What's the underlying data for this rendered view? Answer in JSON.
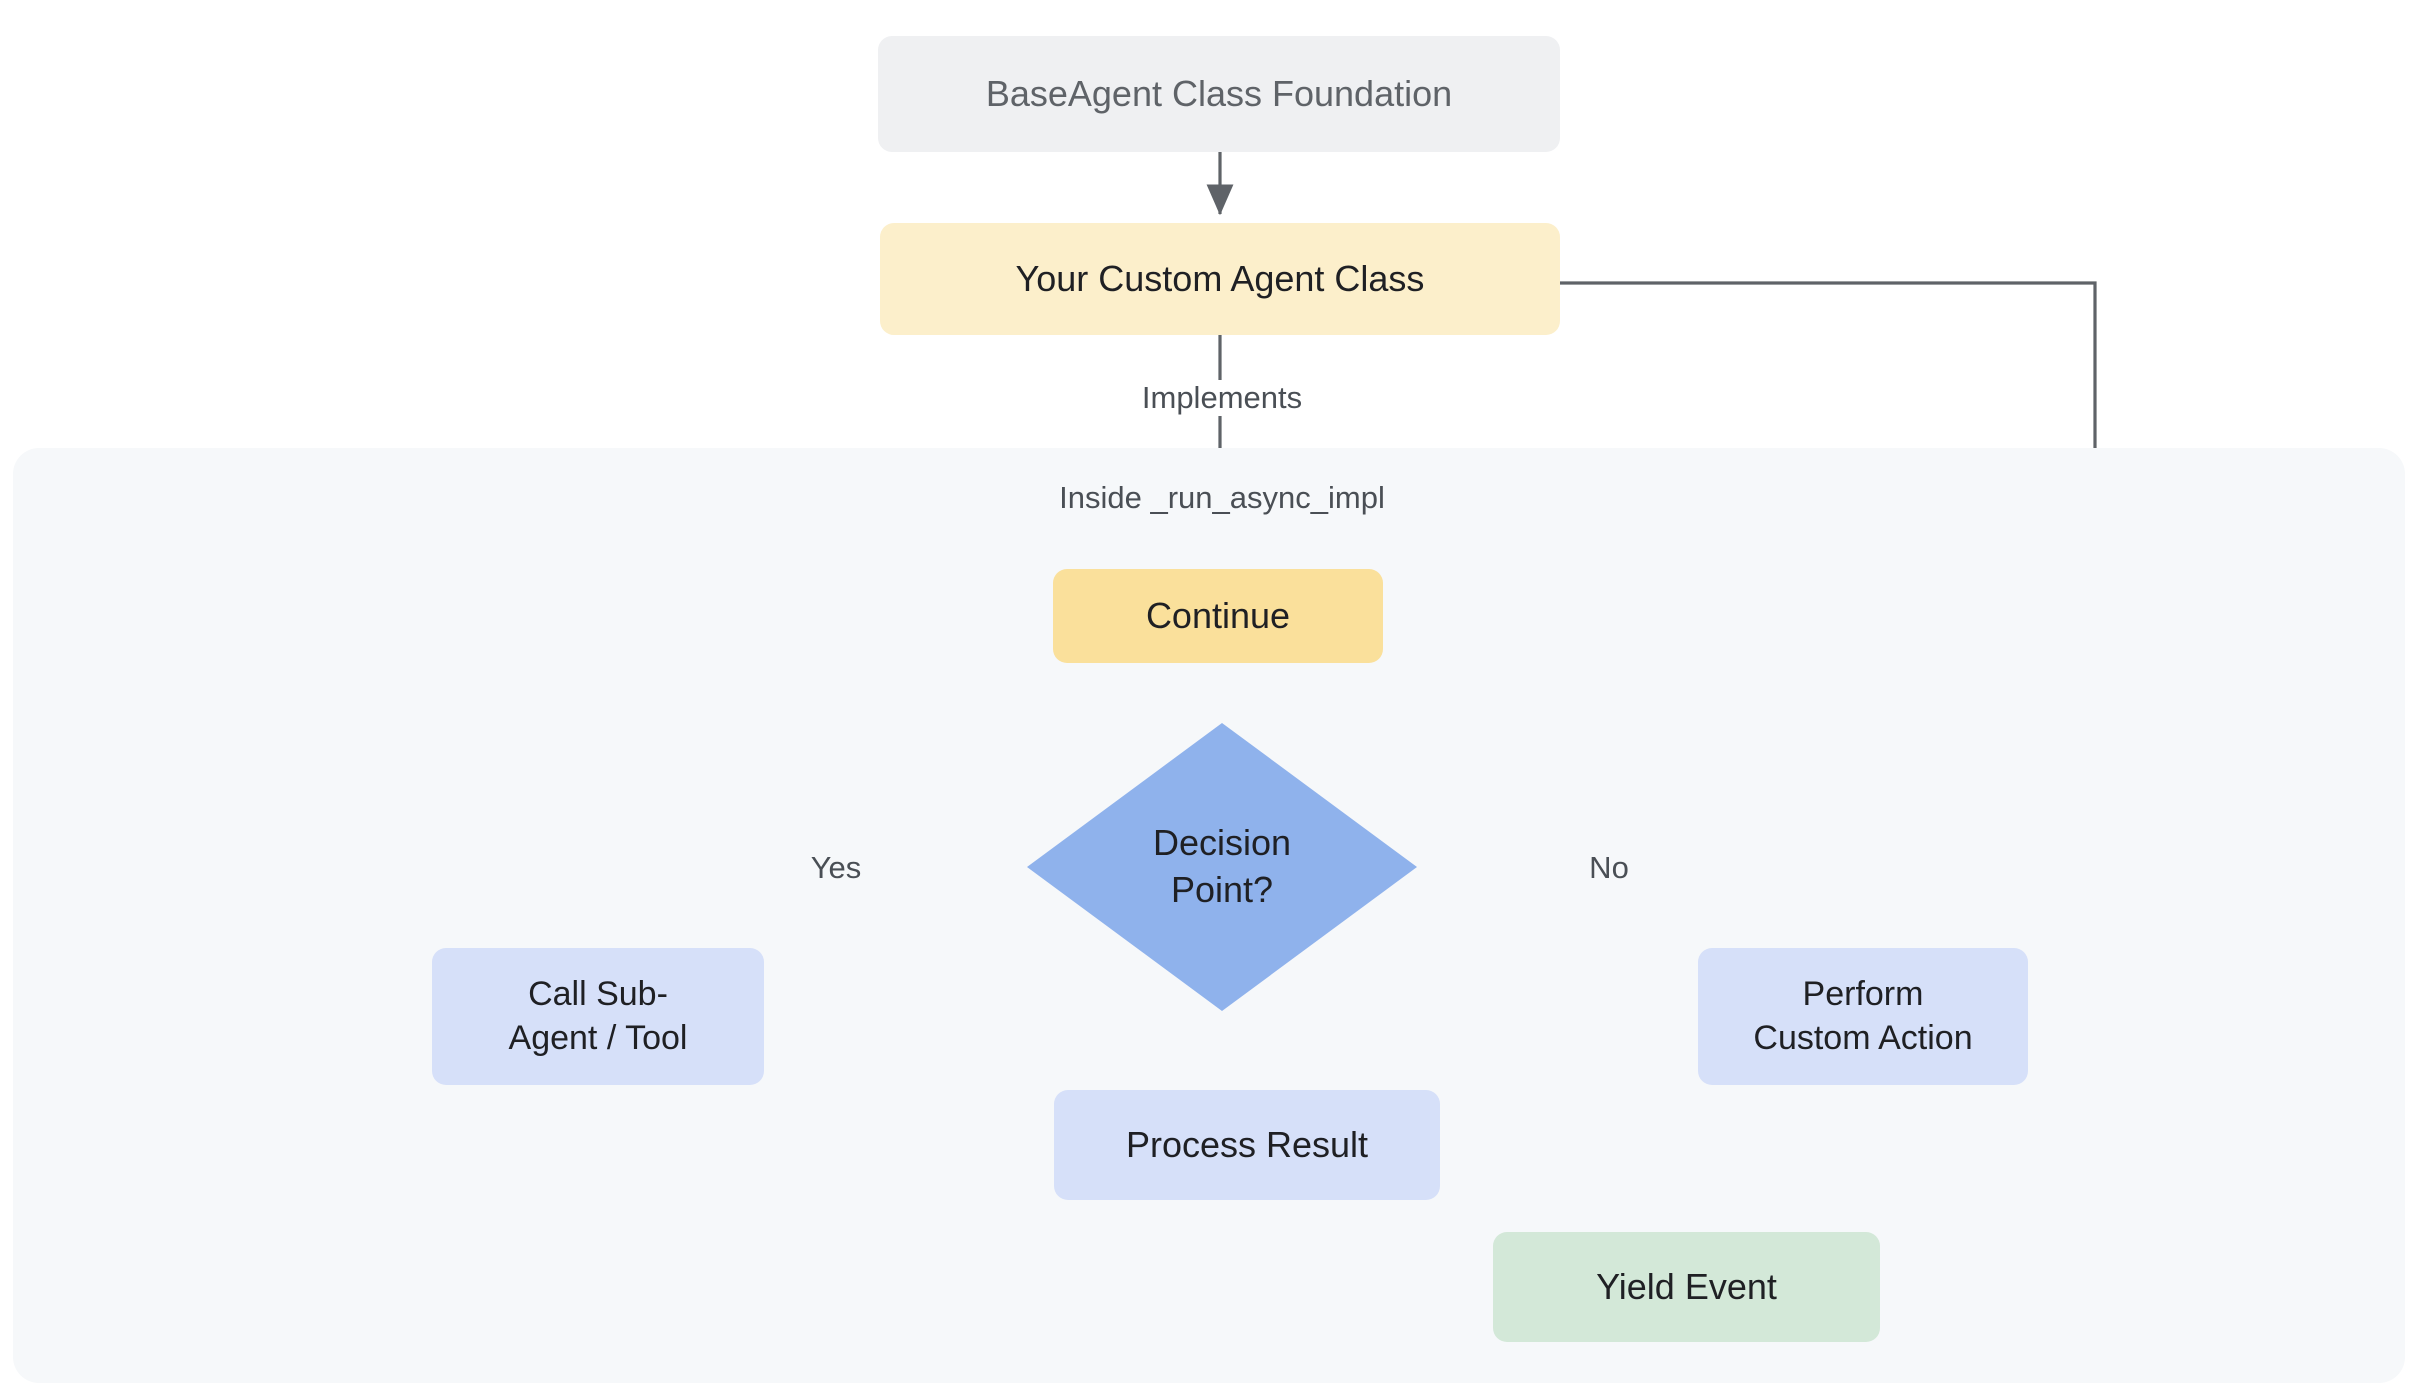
{
  "diagram": {
    "title": "BaseAgent Custom Agent Flow",
    "type": "flowchart",
    "background": "#ffffff",
    "subgraph": {
      "name": "inside-run-async-impl-panel",
      "fill": "#f6f8fa"
    },
    "colors": {
      "foundation_fill": "#eff0f2",
      "foundation_text": "#5f6368",
      "custom_agent_fill": "#fcefcb",
      "continue_fill": "#fae09b",
      "decision_fill": "#8fb2ec",
      "process_fill": "#d6e0f9",
      "yield_fill": "#d3e8d8",
      "edge_stroke": "#5f6368",
      "node_text": "#1f2024",
      "label_text": "#4a4f55"
    },
    "nodes": [
      {
        "id": "baseagent",
        "name": "baseagent-class-foundation-node",
        "label": "BaseAgent Class Foundation",
        "shape": "rounded-rect",
        "fill": "#eff0f2",
        "text_color": "#5f6368"
      },
      {
        "id": "custom_agent",
        "name": "your-custom-agent-class-node",
        "label": "Your Custom Agent Class",
        "shape": "rounded-rect",
        "fill": "#fcefcb",
        "text_color": "#1f2024"
      },
      {
        "id": "continue",
        "name": "continue-node",
        "label": "Continue",
        "shape": "rounded-rect",
        "fill": "#fae09b",
        "text_color": "#1f2024"
      },
      {
        "id": "decision",
        "name": "decision-point-node",
        "label": "Decision\nPoint?",
        "shape": "diamond",
        "fill": "#8fb2ec",
        "text_color": "#1f2024"
      },
      {
        "id": "call_sub",
        "name": "call-sub-agent-tool-node",
        "label": "Call Sub-\nAgent / Tool",
        "shape": "rounded-rect",
        "fill": "#d6e0f9",
        "text_color": "#1f2024"
      },
      {
        "id": "perform_custom",
        "name": "perform-custom-action-node",
        "label": "Perform\nCustom Action",
        "shape": "rounded-rect",
        "fill": "#d6e0f9",
        "text_color": "#1f2024"
      },
      {
        "id": "process_result",
        "name": "process-result-node",
        "label": "Process Result",
        "shape": "rounded-rect",
        "fill": "#d6e0f9",
        "text_color": "#1f2024"
      },
      {
        "id": "yield_event",
        "name": "yield-event-node",
        "label": "Yield Event",
        "shape": "rounded-rect",
        "fill": "#d3e8d8",
        "text_color": "#1f2024"
      }
    ],
    "edge_labels": [
      {
        "id": "implements",
        "name": "edge-label-implements",
        "label": "Implements",
        "from": "custom_agent",
        "to": "continue"
      },
      {
        "id": "inside_run",
        "name": "edge-label-inside-run-async-impl",
        "label": "Inside _run_async_impl",
        "from": "custom_agent",
        "to": "continue"
      },
      {
        "id": "yes",
        "name": "edge-label-yes",
        "label": "Yes",
        "from": "decision",
        "to": "call_sub"
      },
      {
        "id": "no",
        "name": "edge-label-no",
        "label": "No",
        "from": "decision",
        "to": "perform_custom"
      }
    ],
    "edges": [
      {
        "from": "baseagent",
        "to": "custom_agent",
        "label": ""
      },
      {
        "from": "custom_agent",
        "to": "continue",
        "label": "Implements / Inside _run_async_impl"
      },
      {
        "from": "continue",
        "to": "decision",
        "label": ""
      },
      {
        "from": "decision",
        "to": "call_sub",
        "label": "Yes"
      },
      {
        "from": "decision",
        "to": "perform_custom",
        "label": "No"
      },
      {
        "from": "call_sub",
        "to": "process_result",
        "label": ""
      },
      {
        "from": "perform_custom",
        "to": "process_result",
        "label": ""
      },
      {
        "from": "process_result",
        "to": "yield_event",
        "label": ""
      },
      {
        "from": "custom_agent",
        "to": "yield_event",
        "label": ""
      }
    ]
  }
}
